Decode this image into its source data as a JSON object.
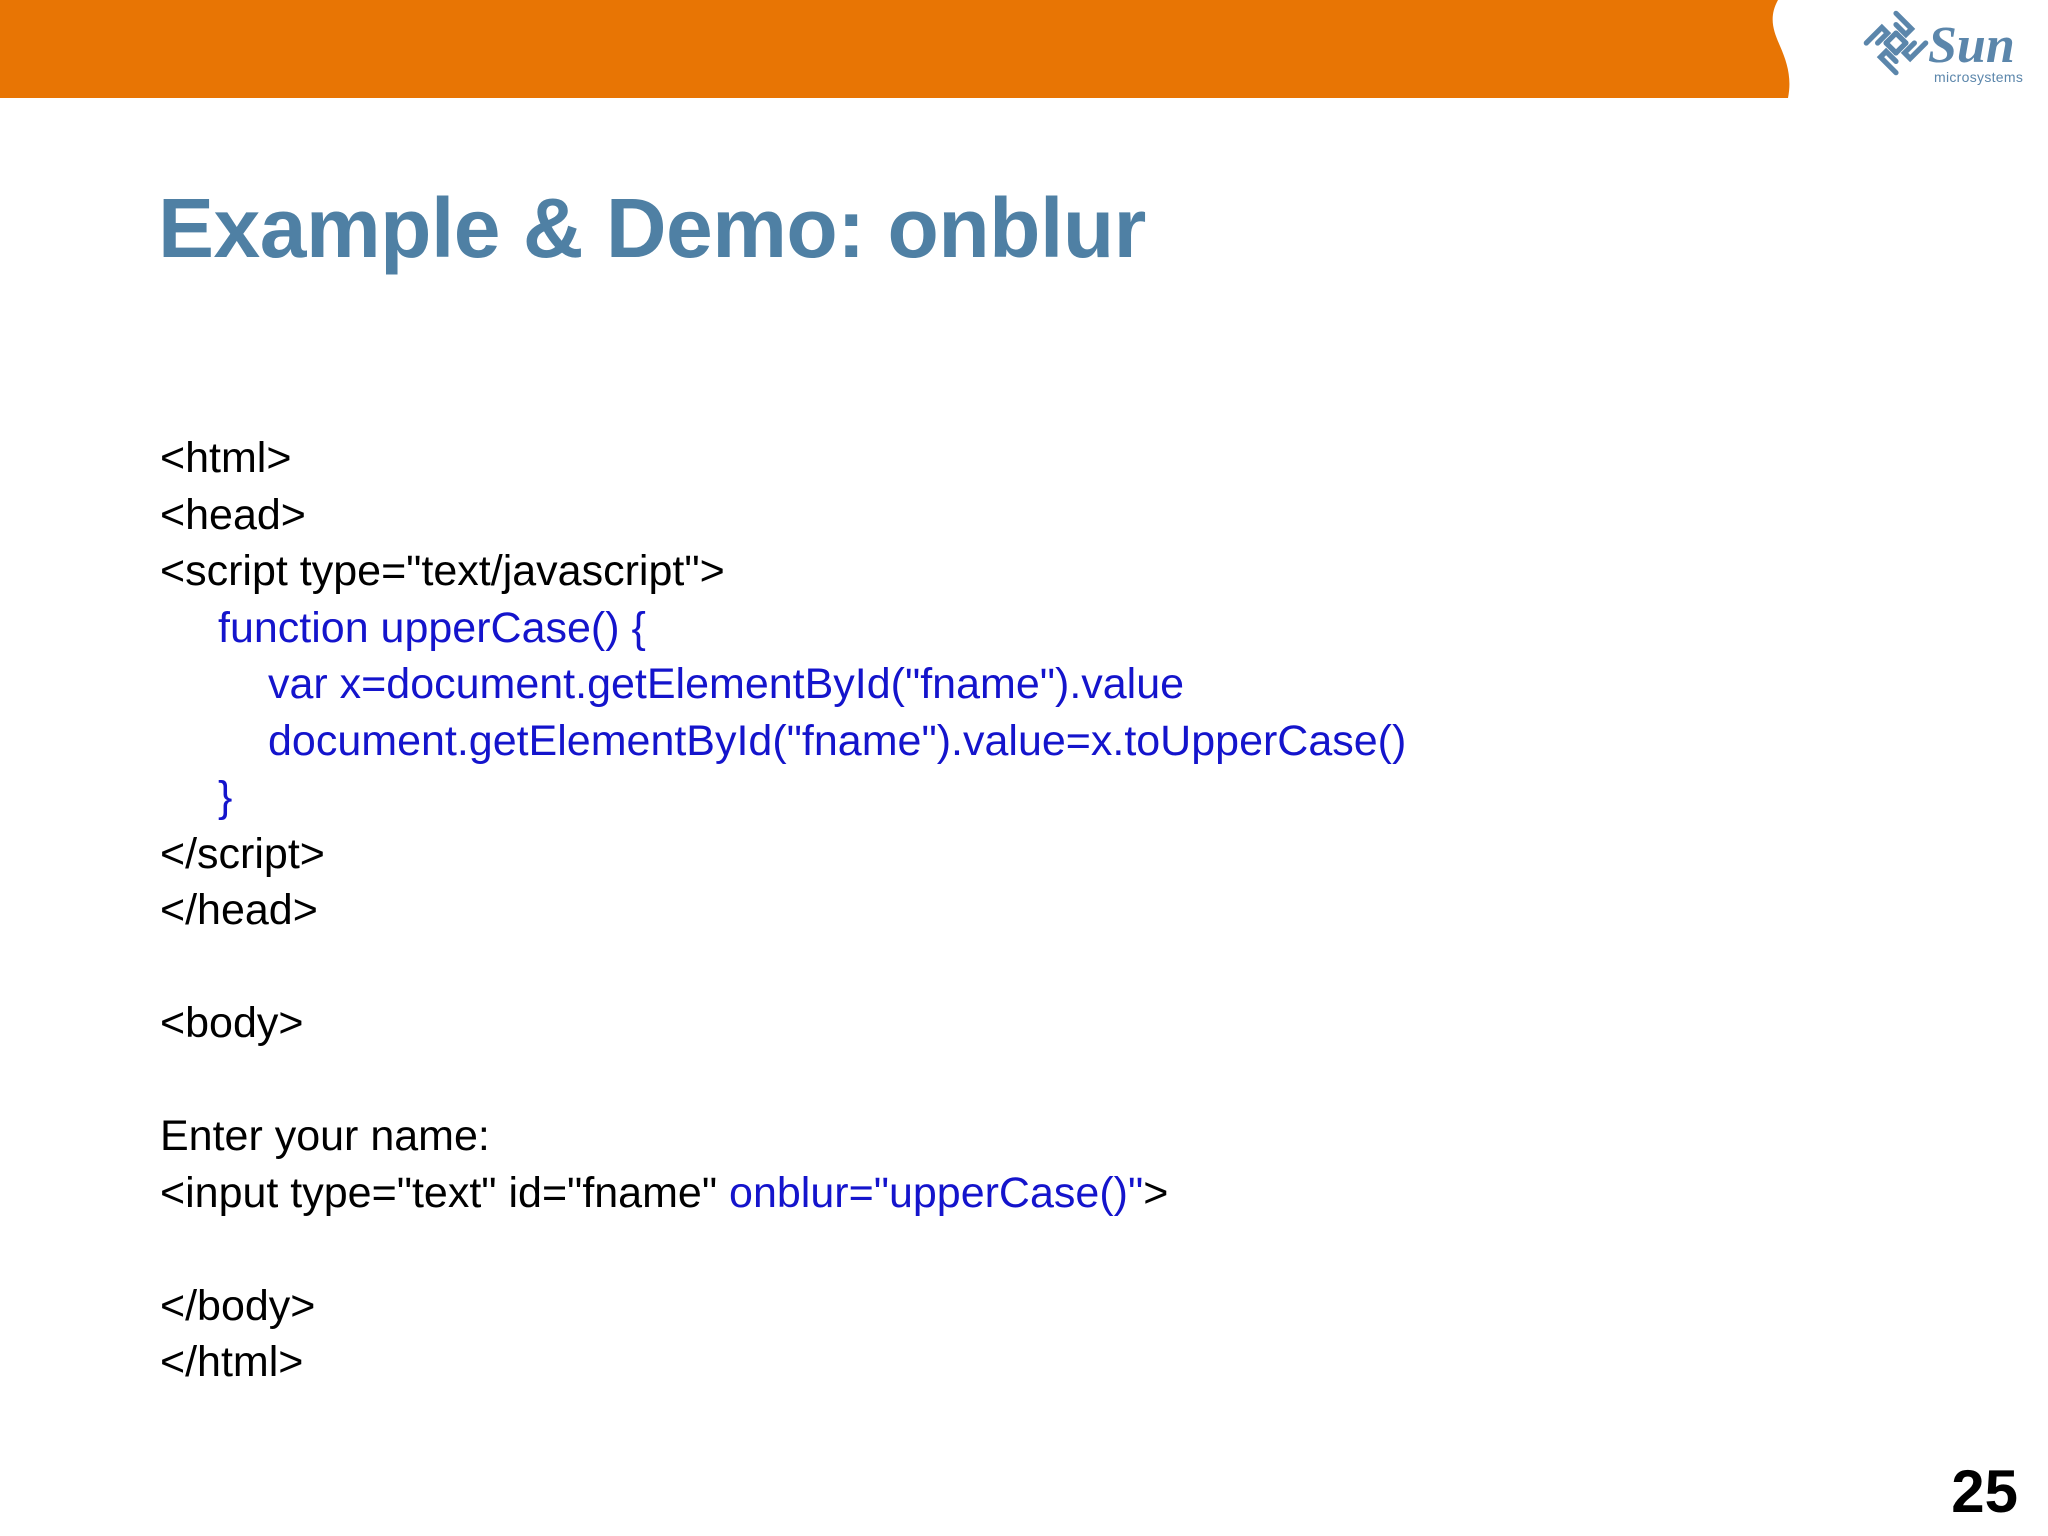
{
  "slide": {
    "title": "Example & Demo: onblur",
    "page_number": "25",
    "accent_orange": "#e87504",
    "title_color": "#4f80a4",
    "code_black": "#000000",
    "code_blue": "#1414cc"
  },
  "brand": {
    "name": "Sun",
    "tagline": "microsystems",
    "logo_icon": "sun-logo-icon",
    "logo_color": "#5b86ab"
  },
  "code": {
    "lines": [
      {
        "indent": 0,
        "segments": [
          {
            "text": "<html>",
            "color": "black"
          }
        ]
      },
      {
        "indent": 0,
        "segments": [
          {
            "text": "<head>",
            "color": "black"
          }
        ]
      },
      {
        "indent": 0,
        "segments": [
          {
            "text": "<script type=\"text/javascript\">",
            "color": "black"
          }
        ]
      },
      {
        "indent": 1,
        "segments": [
          {
            "text": "function upperCase() {",
            "color": "blue"
          }
        ]
      },
      {
        "indent": 2,
        "segments": [
          {
            "text": "var x=document.getElementById(\"fname\").value",
            "color": "blue"
          }
        ]
      },
      {
        "indent": 2,
        "segments": [
          {
            "text": "document.getElementById(\"fname\").value=x.toUpperCase()",
            "color": "blue"
          }
        ]
      },
      {
        "indent": 1,
        "segments": [
          {
            "text": "}",
            "color": "blue"
          }
        ]
      },
      {
        "indent": 0,
        "segments": [
          {
            "text": "</script>",
            "color": "black"
          }
        ]
      },
      {
        "indent": 0,
        "segments": [
          {
            "text": "</head>",
            "color": "black"
          }
        ]
      },
      {
        "indent": 0,
        "segments": []
      },
      {
        "indent": 0,
        "segments": [
          {
            "text": "<body>",
            "color": "black"
          }
        ]
      },
      {
        "indent": 0,
        "segments": []
      },
      {
        "indent": 0,
        "segments": [
          {
            "text": "Enter your name:",
            "color": "black"
          }
        ]
      },
      {
        "indent": 0,
        "segments": [
          {
            "text": "<input type=\"text\" id=\"fname\" ",
            "color": "black"
          },
          {
            "text": "onblur=\"upperCase()\"",
            "color": "blue"
          },
          {
            "text": ">",
            "color": "black"
          }
        ]
      },
      {
        "indent": 0,
        "segments": []
      },
      {
        "indent": 0,
        "segments": [
          {
            "text": "</body>",
            "color": "black"
          }
        ]
      },
      {
        "indent": 0,
        "segments": [
          {
            "text": "</html>",
            "color": "black"
          }
        ]
      }
    ]
  }
}
